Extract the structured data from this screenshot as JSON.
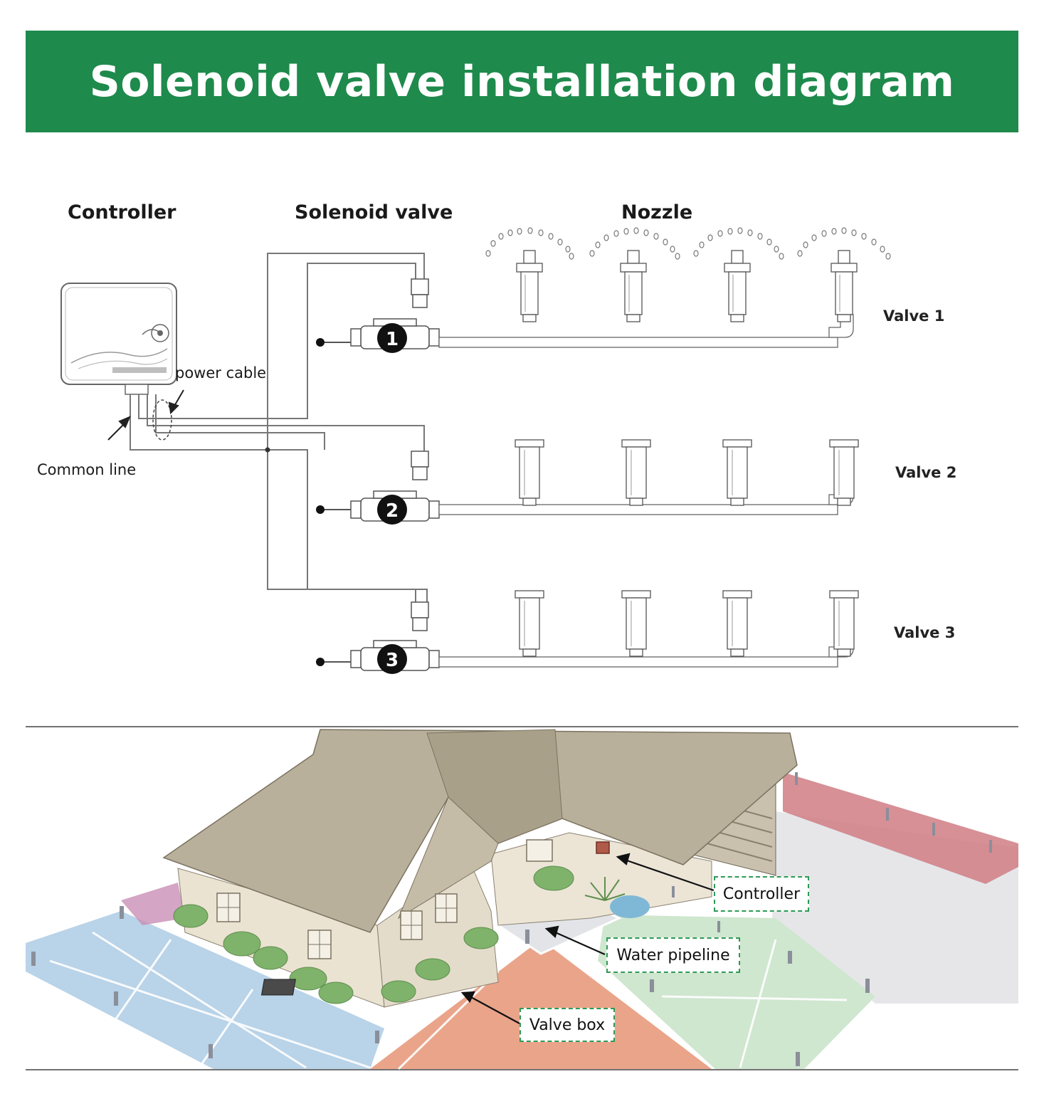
{
  "title": "Solenoid valve installation diagram",
  "columns": {
    "controller": "Controller",
    "solenoid_valve": "Solenoid valve",
    "nozzle": "Nozzle"
  },
  "labels": {
    "power_cable": "power cable",
    "common_line": "Common line"
  },
  "valves": [
    {
      "number": "1",
      "label": "Valve 1"
    },
    {
      "number": "2",
      "label": "Valve 2"
    },
    {
      "number": "3",
      "label": "Valve 3"
    }
  ],
  "callouts": {
    "controller": "Controller",
    "water_pipeline": "Water pipeline",
    "valve_box": "Valve box"
  },
  "colors": {
    "banner": "#1e8a4c",
    "callout_border": "#2d9a55",
    "zone_blue": "#b9d3e8",
    "zone_red": "#cf7d84",
    "zone_orange": "#eaa489",
    "zone_green": "#cfe6cf"
  }
}
